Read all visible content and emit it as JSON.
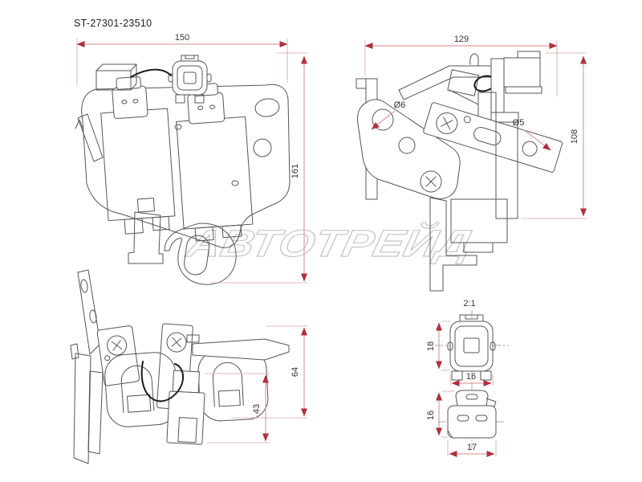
{
  "header": {
    "part_number": "ST-27301-23510"
  },
  "watermark": {
    "text": "АВТОТРЕЙД"
  },
  "views": {
    "front": {
      "width_mm": "150",
      "height_mm": "161"
    },
    "side": {
      "width_mm": "129",
      "height_mm": "108",
      "hole_left": "Ø6",
      "hole_right": "Ø5"
    },
    "bottom": {
      "height_mm": "64",
      "connector_height_mm": "43"
    },
    "detail": {
      "scale_label": "2:1",
      "connector_front": {
        "height_mm": "18",
        "width_mm": "16"
      },
      "connector_top": {
        "height_mm": "16",
        "width_mm": "17"
      }
    }
  },
  "colors": {
    "background": "#ffffff",
    "drawing_line": "#555555",
    "dimension_line": "#d8898d",
    "dimension_arrow": "#b0303f",
    "dimension_text": "#3a3030",
    "watermark": "#c7c7c7"
  }
}
